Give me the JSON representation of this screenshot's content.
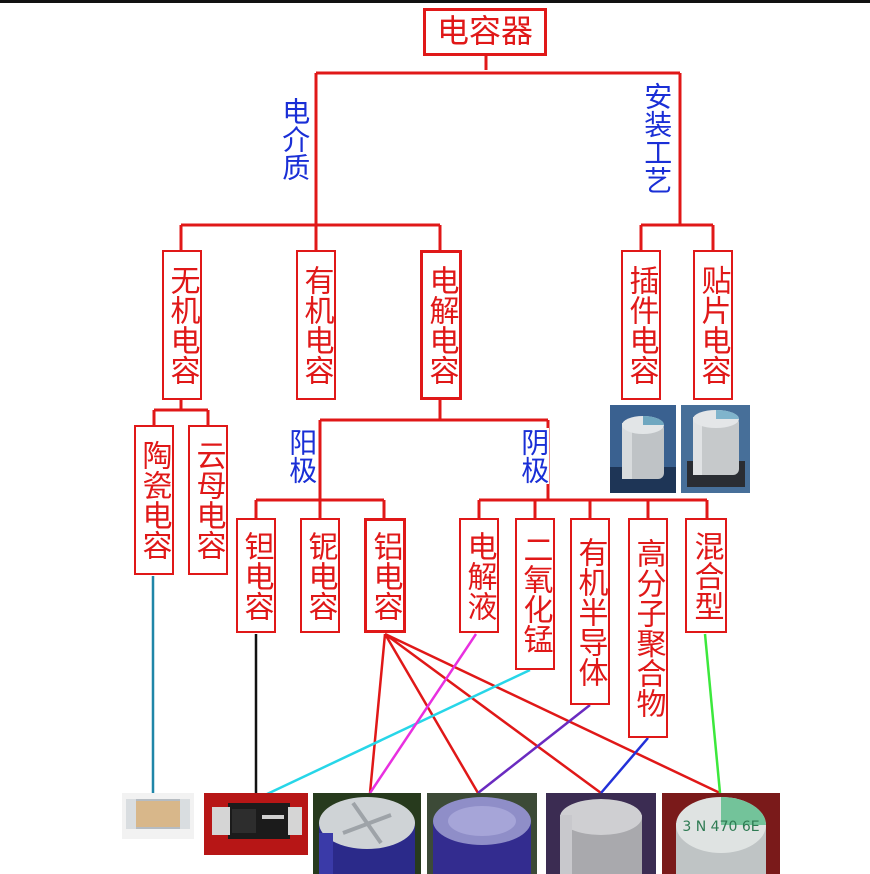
{
  "root": "电容器",
  "edge_labels": {
    "dielectric": "电介质",
    "mounting": "安装工艺",
    "anode": "阳极",
    "cathode": "阴极"
  },
  "dielectric_types": {
    "inorganic": "无机电容",
    "organic": "有机电容",
    "electrolytic": "电解电容"
  },
  "mounting_types": {
    "through_hole": "插件电容",
    "smd": "贴片电容"
  },
  "inorganic_types": {
    "ceramic": "陶瓷电容",
    "mica": "云母电容"
  },
  "anode_types": {
    "tantalum": "钽电容",
    "niobium": "铌电容",
    "aluminum": "铝电容"
  },
  "cathode_types": {
    "electrolyte": "电解液",
    "mno2": "二氧化锰",
    "organic_semi": "有机半导体",
    "polymer": "高分子聚合物",
    "hybrid": "混合型"
  },
  "photo_text": {
    "hybrid_cap_marking": "3 N 470 6E"
  },
  "colors": {
    "tree_line": "#e01818",
    "label_blue": "#1a2fd6",
    "link_teal": "#1f86a8",
    "link_black": "#111111",
    "link_cyan": "#27d6e8",
    "link_magenta": "#e830e0",
    "link_purple": "#6a2bc0",
    "link_blue": "#2230d8",
    "link_green": "#3ce83c"
  }
}
